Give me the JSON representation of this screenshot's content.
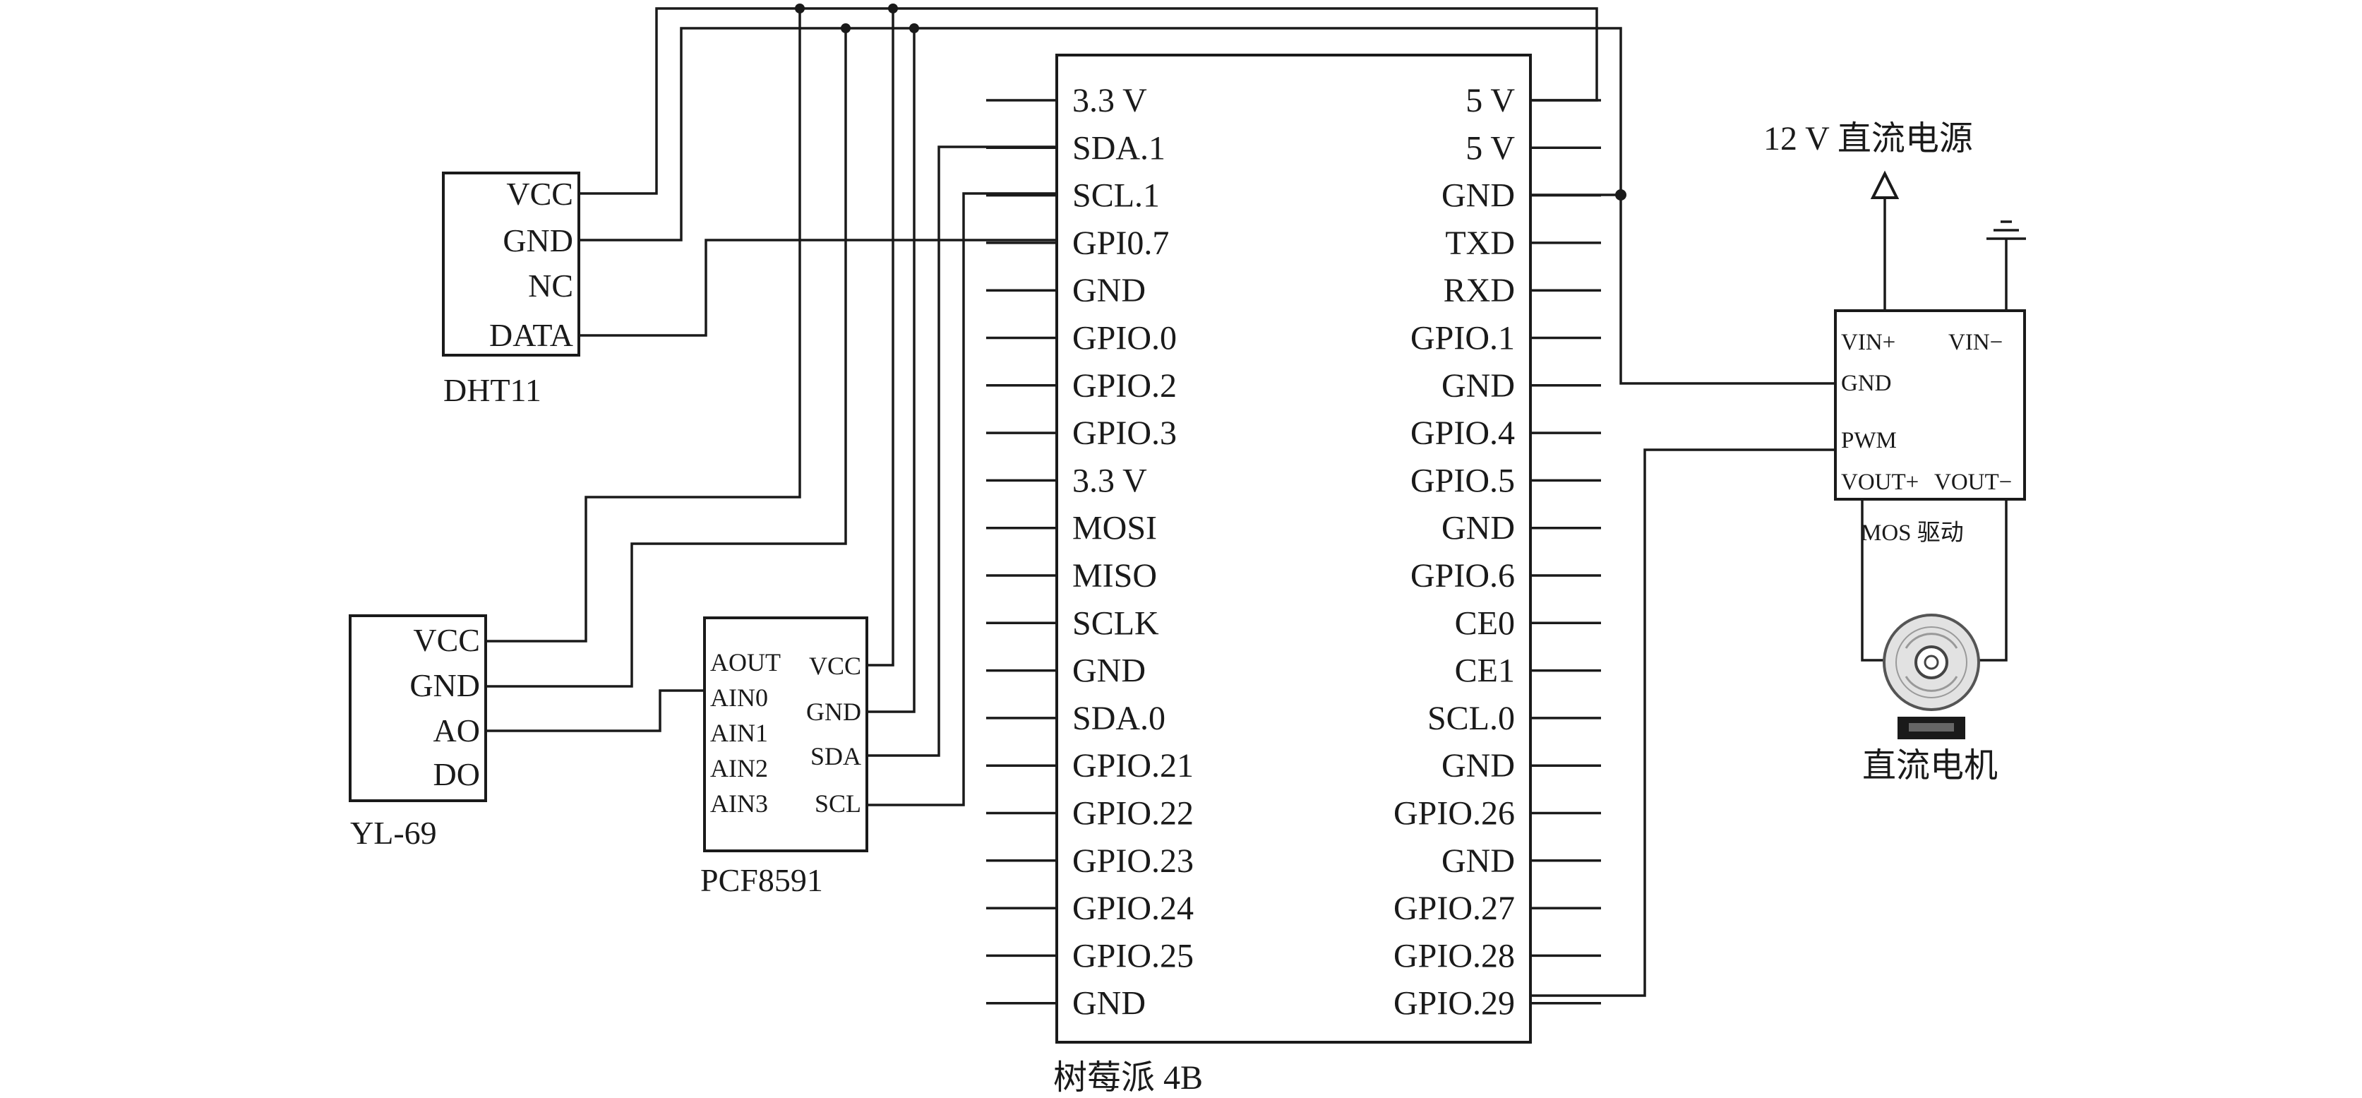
{
  "dht11": {
    "name": "DHT11",
    "pins": [
      "VCC",
      "GND",
      "NC",
      "DATA"
    ]
  },
  "yl69": {
    "name": "YL-69",
    "pins": [
      "VCC",
      "GND",
      "AO",
      "DO"
    ]
  },
  "pcf8591": {
    "name": "PCF8591",
    "left_pins": [
      "AOUT",
      "AIN0",
      "AIN1",
      "AIN2",
      "AIN3"
    ],
    "right_pins": [
      "VCC",
      "GND",
      "SDA",
      "SCL"
    ]
  },
  "raspberry_pi": {
    "name": "树莓派 4B",
    "left_pins": [
      "3.3 V",
      "SDA.1",
      "SCL.1",
      "GPI0.7",
      "GND",
      "GPIO.0",
      "GPIO.2",
      "GPIO.3",
      "3.3 V",
      "MOSI",
      "MISO",
      "SCLK",
      "GND",
      "SDA.0",
      "GPIO.21",
      "GPIO.22",
      "GPIO.23",
      "GPIO.24",
      "GPIO.25",
      "GND"
    ],
    "right_pins": [
      "5 V",
      "5 V",
      "GND",
      "TXD",
      "RXD",
      "GPIO.1",
      "GND",
      "GPIO.4",
      "GPIO.5",
      "GND",
      "GPIO.6",
      "CE0",
      "CE1",
      "SCL.0",
      "GND",
      "GPIO.26",
      "GND",
      "GPIO.27",
      "GPIO.28",
      "GPIO.29"
    ]
  },
  "mos_driver": {
    "name": "MOS 驱动",
    "pins": {
      "vin_plus": "VIN+",
      "vin_minus": "VIN−",
      "gnd": "GND",
      "pwm": "PWM",
      "vout_plus": "VOUT+",
      "vout_minus": "VOUT−"
    }
  },
  "power_supply": {
    "label": "12 V 直流电源"
  },
  "motor": {
    "label": "直流电机"
  }
}
